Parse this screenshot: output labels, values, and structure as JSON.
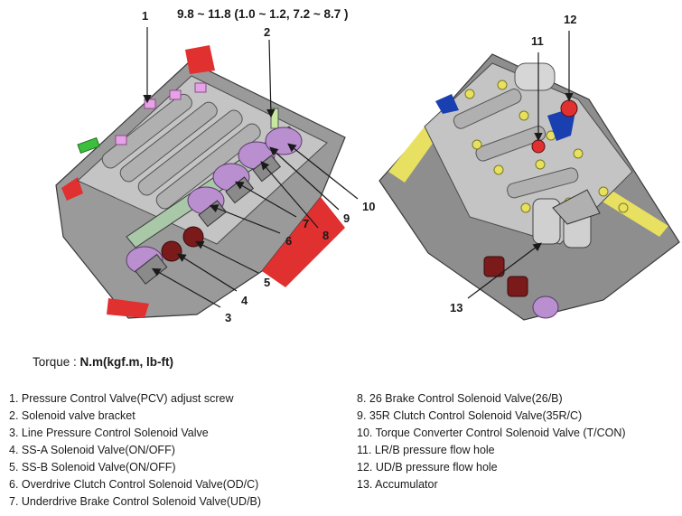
{
  "spec_line": "9.8 ~ 11.8 (1.0 ~ 1.2, 7.2 ~ 8.7 )",
  "torque_label": "Torque :",
  "torque_units": "N.m(kgf.m, lb-ft)",
  "callouts": [
    "1",
    "2",
    "3",
    "4",
    "5",
    "6",
    "7",
    "8",
    "9",
    "10",
    "11",
    "12",
    "13"
  ],
  "legend_left": [
    "1. Pressure Control Valve(PCV) adjust screw",
    "2. Solenoid valve bracket",
    "3. Line Pressure Control Solenoid Valve",
    "4. SS-A Solenoid Valve(ON/OFF)",
    "5. SS-B Solenoid Valve(ON/OFF)",
    "6. Overdrive Clutch Control Solenoid Valve(OD/C)",
    "7. Underdrive Brake Control Solenoid Valve(UD/B)"
  ],
  "legend_right": [
    "8. 26 Brake Control Solenoid Valve(26/B)",
    "9. 35R Clutch Control Solenoid Valve(35R/C)",
    "10. Torque Converter Control Solenoid Valve (T/CON)",
    "11. LR/B pressure flow hole",
    "12. UD/B pressure flow hole",
    "13. Accumulator"
  ],
  "colors": {
    "body": "#b9b9b9",
    "solenoid": "#b98fd0",
    "red": "#e03030",
    "yellow": "#e8e060",
    "blue": "#1a3fb0"
  }
}
